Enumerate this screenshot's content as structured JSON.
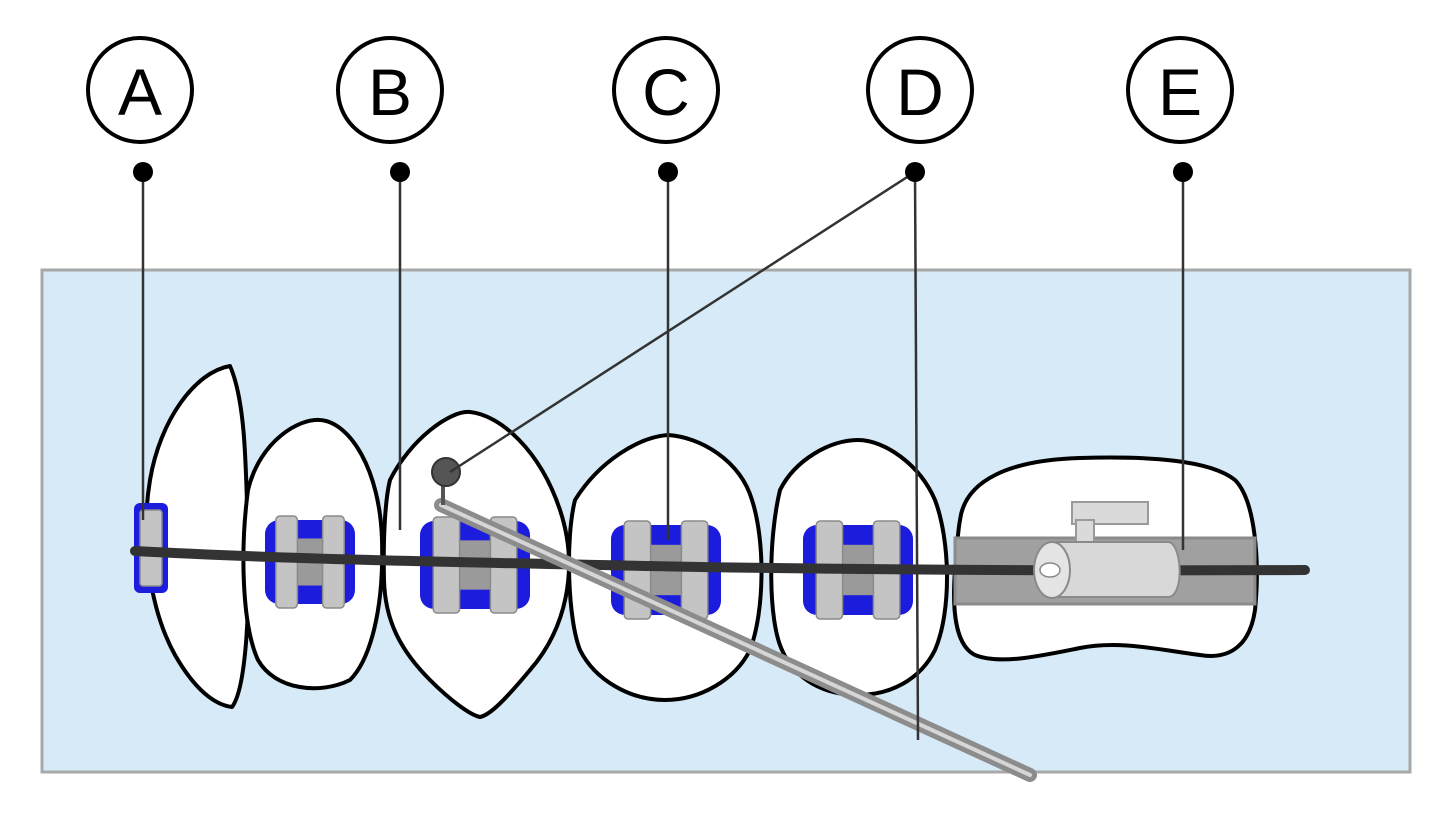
{
  "colors": {
    "background": "#d6eaf7",
    "background_border": "#a8a8a8",
    "tooth_fill": "#ffffff",
    "tooth_stroke": "#000000",
    "bracket_blue": "#1c1cdc",
    "bracket_gray": "#c4c4c4",
    "bracket_dark_gray": "#9a9a9a",
    "archwire": "#333333",
    "headgear_wire": "#8c8c8c",
    "tube": "#a0a0a0",
    "leader_line": "#333333"
  },
  "labels": [
    {
      "id": "a",
      "text": "A"
    },
    {
      "id": "b",
      "text": "B"
    },
    {
      "id": "c",
      "text": "C"
    },
    {
      "id": "d",
      "text": "D"
    },
    {
      "id": "e",
      "text": "E"
    }
  ]
}
